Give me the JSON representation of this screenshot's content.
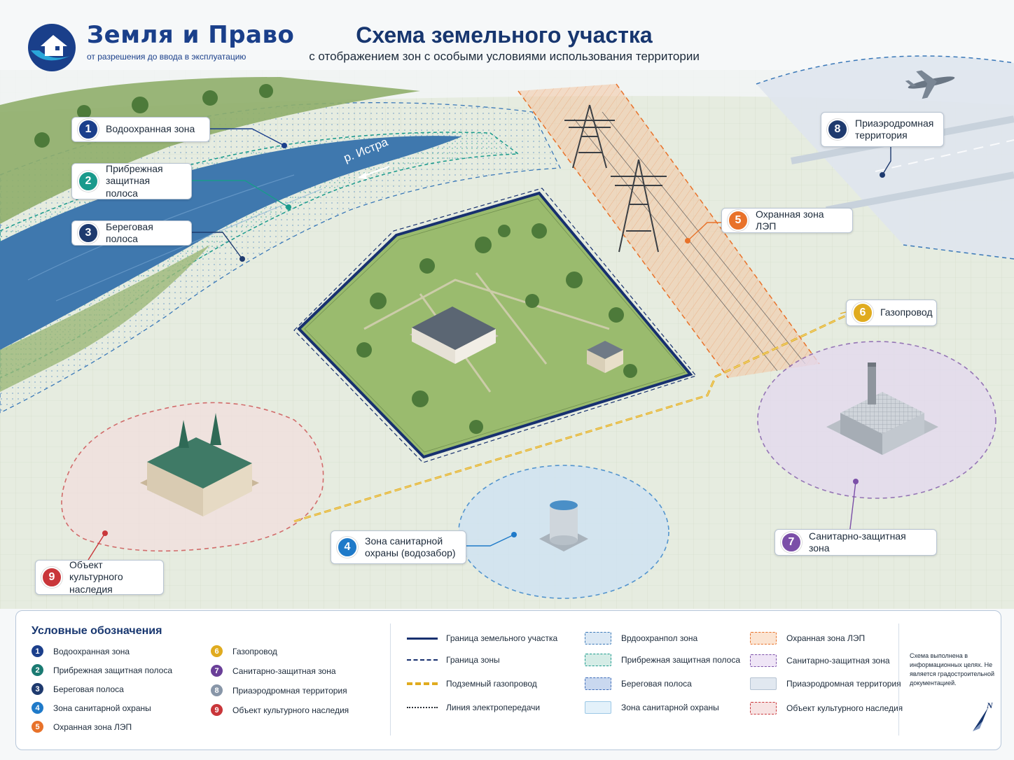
{
  "header": {
    "logo": {
      "name": "Земля и Право",
      "tagline": "от разрешения до ввода в эксплуатацию"
    },
    "title": "Схема земельного участка",
    "subtitle": "с отображением зон с особыми условиями использования территории"
  },
  "map": {
    "river_label": "р. Истра"
  },
  "callouts": [
    {
      "num": "1",
      "label": "Водоохранная зона",
      "color": "#1b3f8b"
    },
    {
      "num": "2",
      "label": "Прибрежная защитная полоса",
      "color": "#1a9a8c"
    },
    {
      "num": "3",
      "label": "Береговая полоса",
      "color": "#1e3a6e"
    },
    {
      "num": "4",
      "label": "Зона санитарной охраны (водозабор)",
      "color": "#1f7ac9"
    },
    {
      "num": "5",
      "label": "Охранная зона ЛЭП",
      "color": "#e8722a"
    },
    {
      "num": "6",
      "label": "Газопровод",
      "color": "#e0ab1f"
    },
    {
      "num": "7",
      "label": "Санитарно-защитная зона",
      "color": "#7b4fa8"
    },
    {
      "num": "8",
      "label": "Приаэродромная территория",
      "color": "#1e3a6e"
    },
    {
      "num": "9",
      "label": "Объект культурного наследия",
      "color": "#c9363a"
    }
  ],
  "legend": {
    "title": "Условные обозначения",
    "numbered": [
      {
        "num": "1",
        "label": "Водоохранная зона",
        "color": "#1b3f8b"
      },
      {
        "num": "2",
        "label": "Прибрежная защитная полоса",
        "color": "#1a7a72"
      },
      {
        "num": "3",
        "label": "Береговая полоса",
        "color": "#1e3a6e"
      },
      {
        "num": "4",
        "label": "Зона санитарной охраны",
        "color": "#1f7ac9"
      },
      {
        "num": "5",
        "label": "Охранная зона ЛЭП",
        "color": "#e8722a"
      },
      {
        "num": "6",
        "label": "Газопровод",
        "color": "#e0ab1f"
      },
      {
        "num": "7",
        "label": "Санитарно-защитная зона",
        "color": "#6a3f98"
      },
      {
        "num": "8",
        "label": "Приаэродромная территория",
        "color": "#8896a8"
      },
      {
        "num": "9",
        "label": "Объект культурного наследия",
        "color": "#c9363a"
      }
    ],
    "lines": [
      {
        "label": "Граница земельного участка"
      },
      {
        "label": "Граница зоны"
      },
      {
        "label": "Подземный газопровод"
      },
      {
        "label": "Линия электропередачи"
      }
    ],
    "swatches_a": [
      {
        "label": "Врдоохранпол зона"
      },
      {
        "label": "Прибрежная защитная полоса"
      },
      {
        "label": "Береговая полоса"
      },
      {
        "label": "Зона санитарной охраны"
      }
    ],
    "swatches_b": [
      {
        "label": "Охранная зона ЛЭП"
      },
      {
        "label": "Санитарно-защитная зона"
      },
      {
        "label": "Приаэродромная территория"
      },
      {
        "label": "Объект культурного наследия"
      }
    ],
    "note": "Схема выполнена в информационных целях. Не является градостроительной документацией.",
    "north_label": "N"
  }
}
